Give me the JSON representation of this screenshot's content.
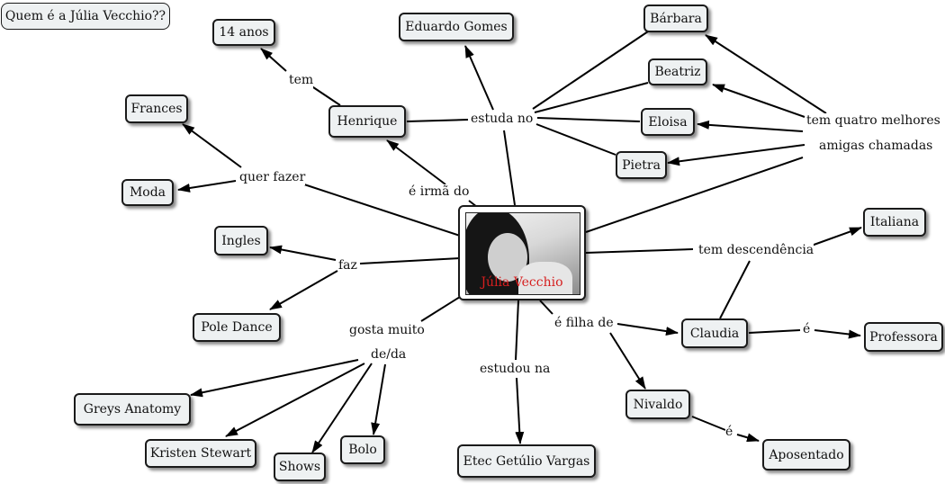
{
  "title": "Quem é a Júlia Vecchio??",
  "center": {
    "label": "Júlia Vecchio",
    "icon": "portrait-photo-icon"
  },
  "nodes": {
    "age": "14 anos",
    "henrique": "Henrique",
    "eduardo": "Eduardo Gomes",
    "barbara": "Bárbara",
    "beatriz": "Beatriz",
    "eloisa": "Eloisa",
    "pietra": "Pietra",
    "frances": "Frances",
    "moda": "Moda",
    "ingles": "Ingles",
    "pole": "Pole Dance",
    "greys": "Greys Anatomy",
    "kristen": "Kristen Stewart",
    "shows": "Shows",
    "bolo": "Bolo",
    "etec": "Etec Getúlio Vargas",
    "italiana": "Italiana",
    "claudia": "Claudia",
    "professora": "Professora",
    "nivaldo": "Nivaldo",
    "aposentado": "Aposentado"
  },
  "links": {
    "tem": "tem",
    "estuda_no": "estuda no",
    "quer_fazer": "quer fazer",
    "irma_do": "é irmã do",
    "faz": "faz",
    "gosta_1": "gosta muito",
    "gosta_2": "de/da",
    "estudou_na": "estudou na",
    "filha_de": "é filha de",
    "descendencia": "tem descendência",
    "amigas_1": "tem quatro melhores",
    "amigas_2": "amigas chamadas",
    "e_prof": "é",
    "e_apos": "é"
  },
  "colors": {
    "line": "#000000",
    "node_fill": "#eef1f2",
    "center_label": "#d61f1f"
  }
}
